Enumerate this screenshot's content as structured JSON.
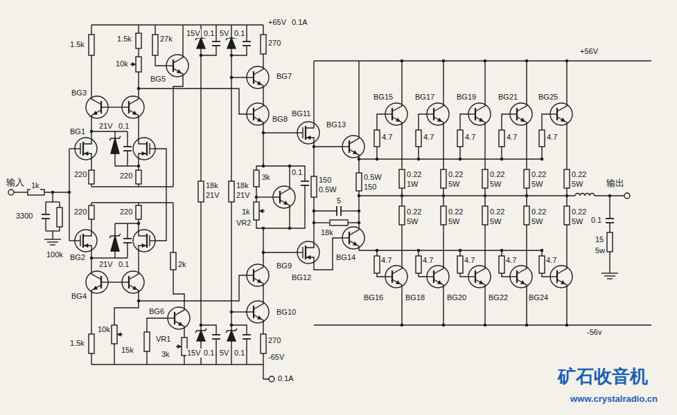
{
  "diagram": {
    "labels": [
      "输入",
      "1k",
      "3300",
      "100k",
      "1.5k",
      "1.5k",
      "10k",
      "27k",
      "BG5",
      "15V",
      "0.1",
      "5V",
      "0.1",
      "+65V",
      "0.1A",
      "270",
      "BG7",
      "BG3",
      "BG1",
      "21V",
      "0.1",
      "220",
      "220",
      "BG8",
      "BG11",
      "BG13",
      "220",
      "220",
      "BG2",
      "21V",
      "0.1",
      "18k",
      "21V",
      "18k",
      "21V",
      "3k",
      "0.1",
      "1k",
      "VR2",
      "150",
      "0.5W",
      "0.5W",
      "150",
      "5",
      "18k",
      "BG14",
      "BG12",
      "2k",
      "BG9",
      "BG10",
      "BG4",
      "BG6",
      "1.5k",
      "10k",
      "15k",
      "VR1",
      "3k",
      "15V",
      "0.1",
      "5V",
      "0.1",
      "270",
      "-65V",
      "0.1A",
      "+56V",
      "BG15",
      "BG17",
      "BG19",
      "BG21",
      "BG25",
      "4.7",
      "4.7",
      "4.7",
      "4.7",
      "4.7",
      "0.22",
      "1W",
      "0.22",
      "5W",
      "0.22",
      "5W",
      "0.22",
      "5W",
      "0.22",
      "5W",
      "输出",
      "0.22",
      "5W",
      "0.22",
      "5W",
      "0.22",
      "5W",
      "0.22",
      "5W",
      "0.22",
      "5W",
      "0.1",
      "15",
      "5w",
      "4.7",
      "4.7",
      "4.7",
      "4.7",
      "4.7",
      "BG16",
      "BG18",
      "BG20",
      "BG22",
      "BG24",
      "-56v",
      "矿石收音机",
      "www.crystalradio.cn"
    ]
  }
}
